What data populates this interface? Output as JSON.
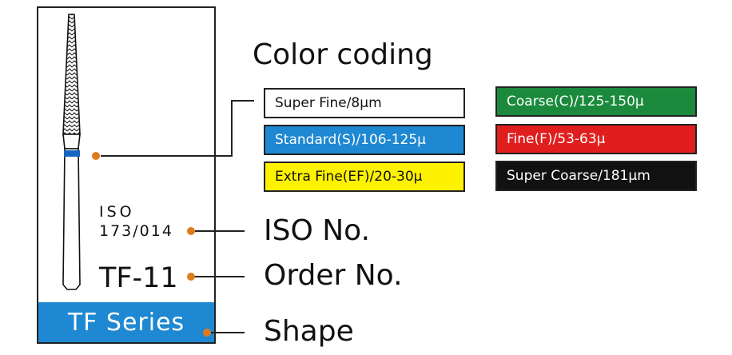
{
  "legend": {
    "title": "Color coding",
    "items": [
      {
        "text": "Super Fine/8µm",
        "bg": "#ffffff",
        "fg": "#111111"
      },
      {
        "text": "Standard(S)/106-125µ",
        "bg": "#1e88d2",
        "fg": "#ffffff"
      },
      {
        "text": "Extra Fine(EF)/20-30µ",
        "bg": "#fff200",
        "fg": "#111111"
      },
      {
        "text": "Coarse(C)/125-150µ",
        "bg": "#1b8a3c",
        "fg": "#ffffff"
      },
      {
        "text": "Fine(F)/53-63µ",
        "bg": "#e01e1e",
        "fg": "#ffffff"
      },
      {
        "text": "Super Coarse/181µm",
        "bg": "#111111",
        "fg": "#ffffff"
      }
    ]
  },
  "card": {
    "iso_label": "ISO",
    "iso_code": "173/014",
    "order_code": "TF-11",
    "series": "TF Series",
    "series_color": "#1e88d2",
    "band_color": "#1565c0"
  },
  "labels": {
    "iso_no": "ISO No.",
    "order_no": "Order No.",
    "shape": "Shape"
  },
  "colors": {
    "dot": "#e07b1c",
    "line": "#222222"
  }
}
